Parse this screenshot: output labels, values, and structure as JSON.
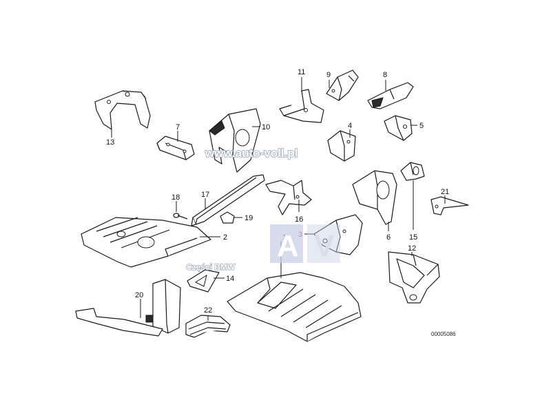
{
  "diagram": {
    "part_code": "00005086",
    "callouts": [
      "1",
      "2",
      "3",
      "4",
      "5",
      "6",
      "7",
      "8",
      "9",
      "10",
      "11",
      "12",
      "13",
      "14",
      "15",
      "16",
      "17",
      "18",
      "19",
      "20",
      "21",
      "22"
    ]
  },
  "watermark": {
    "url": "www.auto-voll.pl",
    "caption": "Części BMW",
    "logo_left": "A",
    "logo_right": "V"
  }
}
